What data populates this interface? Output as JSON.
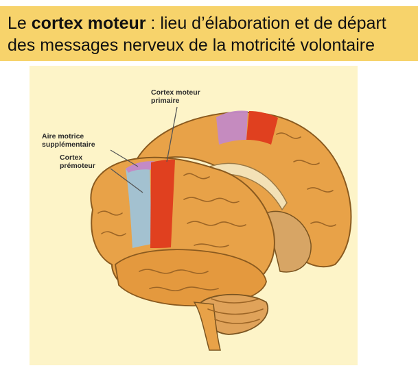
{
  "title": {
    "prefix": "Le ",
    "emphasis": "cortex moteur",
    "line1_rest": " : lieu d’élaboration et de départ",
    "line2": "des messages nerveux de la motricité volontaire"
  },
  "labels": {
    "primary_line1": "Cortex moteur",
    "primary_line2": "primaire",
    "supplementary_line1": "Aire motrice",
    "supplementary_line2": "supplémentaire",
    "premotor_line1": "Cortex",
    "premotor_line2": "prémoteur"
  },
  "colors": {
    "title_background": "#f7d36b",
    "figure_background": "#fdf4c8",
    "brain": "#e8a248",
    "primary_motor": "#e0401f",
    "supplementary_motor": "#c38ac6",
    "premotor": "#9fc3d8"
  }
}
